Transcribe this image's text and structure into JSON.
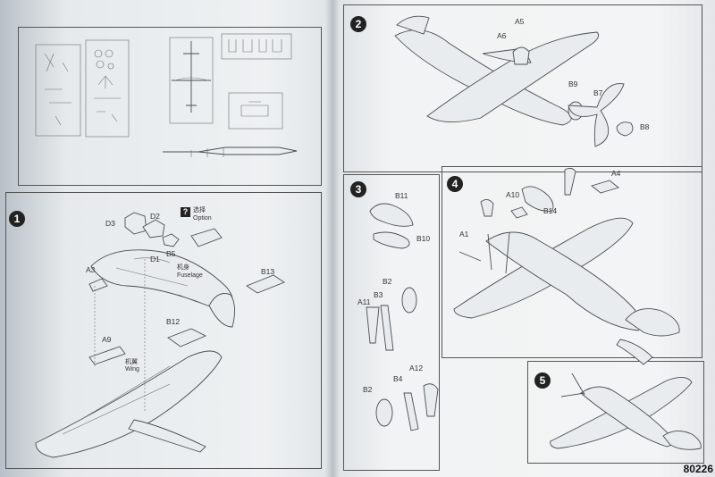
{
  "steps": [
    {
      "number": "1"
    },
    {
      "number": "2"
    },
    {
      "number": "3"
    },
    {
      "number": "4"
    },
    {
      "number": "5"
    }
  ],
  "step1": {
    "parts": [
      "D3",
      "D2",
      "D1",
      "B5",
      "A3",
      "A9",
      "B12",
      "B13"
    ],
    "option_cn": "选择",
    "option_en": "Option",
    "fuselage_cn": "机身",
    "fuselage_en": "Fuselage",
    "wing_cn": "机翼",
    "wing_en": "Wing",
    "option_icon": "question-mark-icon"
  },
  "step2": {
    "parts": [
      "A5",
      "A6",
      "B9",
      "B7",
      "B8"
    ]
  },
  "step3": {
    "parts": [
      "B11",
      "B10",
      "B2",
      "A11",
      "B3",
      "B2",
      "B4",
      "A12"
    ]
  },
  "step4": {
    "parts": [
      "A4",
      "A10",
      "B14",
      "A1"
    ]
  },
  "product_code": "80226"
}
